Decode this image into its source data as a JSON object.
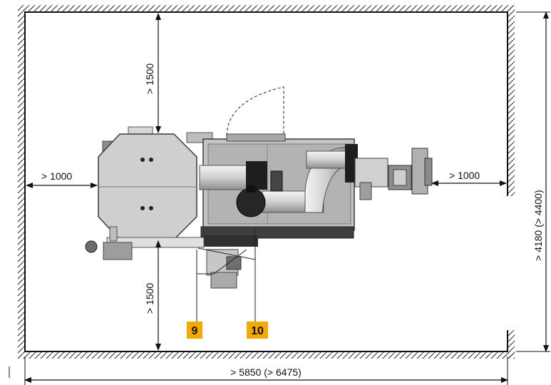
{
  "dimensions": {
    "top_clearance": "> 1500",
    "bottom_clearance": "> 1500",
    "left_clearance": "> 1000",
    "right_clearance": "> 1000",
    "room_width": "> 5850 (> 6475)",
    "room_depth": "> 4180 (> 4400)"
  },
  "callouts": [
    {
      "label": "9"
    },
    {
      "label": "10"
    }
  ],
  "colors": {
    "callout_fill": "#f2a900",
    "line": "#111111",
    "machine_dark": "#4a4a4a",
    "machine_light": "#bdbdbd"
  }
}
